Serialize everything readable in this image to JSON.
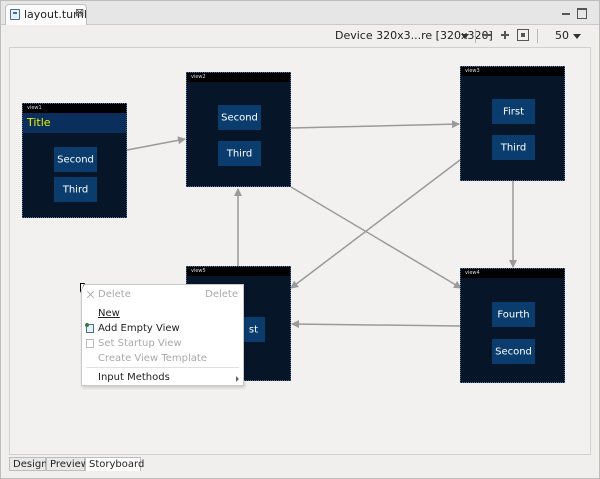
{
  "editor": {
    "tab_label": "layout.tuml",
    "tab_close": "⊠",
    "device_label": "Device 320x3...re [320x320]",
    "zoom_value": "50"
  },
  "views": [
    {
      "id": "view1",
      "name": "view1",
      "title": "Title",
      "buttons": [
        "Second",
        "Third"
      ]
    },
    {
      "id": "view2",
      "name": "view2",
      "buttons": [
        "Second",
        "Third"
      ]
    },
    {
      "id": "view3",
      "name": "view3",
      "buttons": [
        "First",
        "Third"
      ]
    },
    {
      "id": "view4",
      "name": "view4",
      "buttons": [
        "Fourth",
        "Second"
      ]
    },
    {
      "id": "view5",
      "name": "view5",
      "buttons": [
        "First"
      ]
    }
  ],
  "view5_partial_label": "st",
  "context_menu": {
    "items": [
      {
        "label": "Delete",
        "accelerator": "Delete",
        "disabled": true,
        "icon": "delete-icon"
      },
      {
        "label": "New",
        "disabled": false
      },
      {
        "label": "Add Empty View",
        "disabled": false,
        "icon": "add-view-icon"
      },
      {
        "label": "Set Startup View",
        "disabled": true,
        "icon": "startup-view-icon"
      },
      {
        "label": "Create View Template",
        "disabled": true
      },
      {
        "label": "Input Methods",
        "disabled": false,
        "submenu": true
      }
    ]
  },
  "bottom_tabs": [
    "Design",
    "Preview",
    "Storyboard"
  ],
  "active_bottom_tab": "Storyboard",
  "colors": {
    "view_bg": "#071528",
    "view_button": "#0a3c6e",
    "title_text": "#e8f000",
    "link": "#9a9a9a"
  }
}
